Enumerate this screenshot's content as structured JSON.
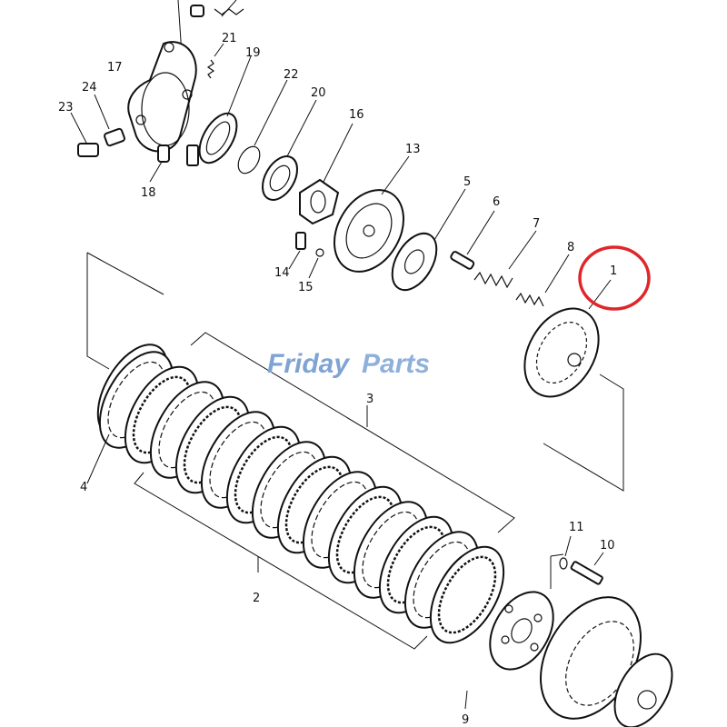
{
  "watermark": {
    "left": "Friday",
    "right": "Parts",
    "color": "#7fa4d4"
  },
  "highlight": {
    "label": "1",
    "color": "#e0262b"
  },
  "callouts": {
    "c1": "1",
    "c2": "2",
    "c3": "3",
    "c4": "4",
    "c5": "5",
    "c6": "6",
    "c7": "7",
    "c8": "8",
    "c9": "9",
    "c10": "10",
    "c11": "11",
    "c13": "13",
    "c14": "14",
    "c15": "15",
    "c16": "16",
    "c17": "17",
    "c18": "18",
    "c19": "19",
    "c20": "20",
    "c21": "21",
    "c22": "22",
    "c23": "23",
    "c24": "24"
  }
}
